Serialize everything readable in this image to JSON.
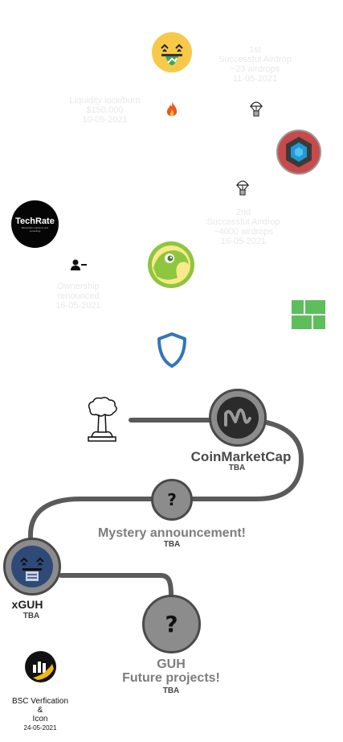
{
  "milestones": {
    "airdrop1": {
      "title": "1st",
      "subtitle": "Successful Airdrop",
      "detail": "~23 airdrops",
      "date": "11-05-2021"
    },
    "liquidity": {
      "title": "Liquidity lock/burn",
      "amount": "$150,000",
      "date": "10-05-2021"
    },
    "airdrop2": {
      "title": "2nd",
      "subtitle": "Successful Airdrop",
      "detail": "~4000 airdrops",
      "date": "16-05-2021"
    },
    "ownership": {
      "title": "Ownership",
      "subtitle": "renounced",
      "date": "16-05-2021"
    },
    "techrate": {
      "label": "TechRate",
      "sub": "Blockchain solutions and consulting"
    }
  },
  "roadmap": {
    "coinmarketcap": {
      "title": "CoinMarketCap",
      "status": "TBA"
    },
    "mystery": {
      "title": "Mystery announcement!",
      "status": "TBA",
      "symbol": "?"
    },
    "xguh": {
      "title": "xGUH",
      "status": "TBA"
    },
    "future": {
      "title_line1": "GUH",
      "title_line2": "Future projects!",
      "status": "TBA",
      "symbol": "?"
    },
    "bsc": {
      "line1": "BSC Verfication",
      "line2": "&",
      "line3": "Icon",
      "date": "24-05-2021"
    }
  },
  "colors": {
    "path": "#5a5a5a",
    "circle_grey": "#8c8c8c",
    "gecko_green": "#8dc63f",
    "shield_blue": "#3375bb",
    "grid_green": "#5cbf5c",
    "fire": "#f0561d"
  }
}
